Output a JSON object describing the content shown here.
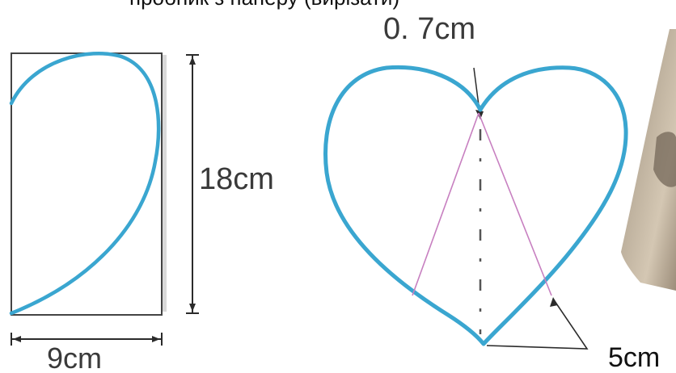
{
  "top_caption": "пробник з паперу (вирізати)",
  "rect_figure": {
    "width_label": "9cm",
    "height_label": "18cm"
  },
  "heart_figure": {
    "notch_label": "0. 7cm",
    "bottom_label": "5cm"
  },
  "colors": {
    "heart_outline": "#3aa6d0",
    "construction_line": "#c77fc0",
    "dimension_line": "#2b2b2b",
    "rect_outline": "#444444"
  }
}
